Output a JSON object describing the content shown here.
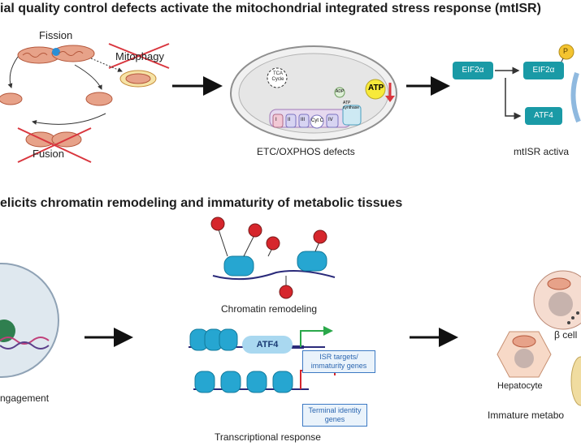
{
  "top": {
    "heading": "ial quality control defects activate the mitochondrial integrated stress response (mtISR)",
    "fission": "Fission",
    "mitophagy": "Mitophagy",
    "fusion": "Fusion",
    "tca": "TCA Cycle",
    "complexes": [
      "I",
      "II",
      "III",
      "Cyt C",
      "IV"
    ],
    "adp": "ADP",
    "atp_synthase": "ATP synthase",
    "atp": "ATP",
    "etc_label": "ETC/OXPHOS defects",
    "eif2a": "EIF2α",
    "eif2a_p": "EIF2α",
    "p": "P",
    "atf4": "ATF4",
    "mtisr_label": "mtISR activa"
  },
  "bottom": {
    "heading": "elicits chromatin remodeling and immaturity of metabolic tissues",
    "engagement": "ngagement",
    "chromatin": "Chromatin remodeling",
    "atf4": "ATF4",
    "isr_targets": "ISR targets/ immaturity genes",
    "terminal": "Terminal identity genes",
    "transcriptional": "Transcriptional response",
    "beta_cell": "β cell",
    "hepatocyte": "Hepatocyte",
    "immature": "Immature metabo"
  },
  "colors": {
    "teal": "#1a9aa6",
    "red_cross": "#d9363e",
    "mito_fill": "#e7a289",
    "nucleosome": "#26a6d1",
    "mark": "#d6262c",
    "green_arrow": "#2aa84a"
  }
}
